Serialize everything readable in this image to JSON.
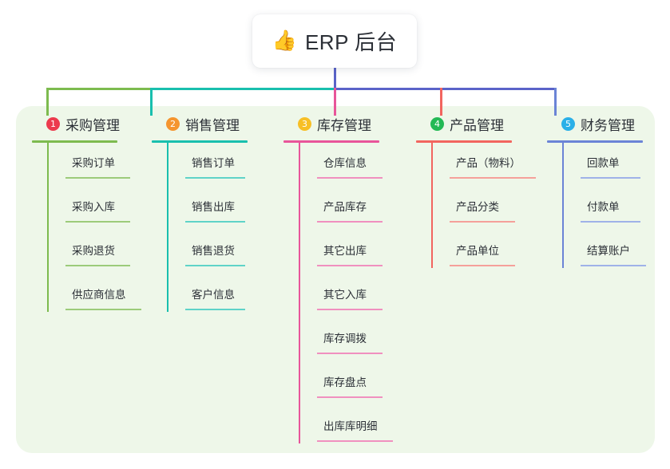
{
  "diagram": {
    "type": "mind-map",
    "background_color": "#ffffff",
    "panel_color": "#eef7e9",
    "root": {
      "icon": "thumbs-up-icon",
      "emoji": "👍",
      "title": "ERP 后台",
      "card_color": "#ffffff",
      "stem_color": "#5a63c8"
    },
    "connector": {
      "segments": [
        {
          "color": "#7dbb4f"
        },
        {
          "color": "#19bfae"
        },
        {
          "color": "#5a63c8"
        }
      ]
    },
    "branches": [
      {
        "number": "1",
        "title": "采购管理",
        "badge_color": "#ec3b4e",
        "line_color": "#7dbb4f",
        "items": [
          "采购订单",
          "采购入库",
          "采购退货",
          "供应商信息"
        ]
      },
      {
        "number": "2",
        "title": "销售管理",
        "badge_color": "#f5952f",
        "line_color": "#19bfae",
        "items": [
          "销售订单",
          "销售出库",
          "销售退货",
          "客户信息"
        ]
      },
      {
        "number": "3",
        "title": "库存管理",
        "badge_color": "#f7bf26",
        "line_color": "#e8559a",
        "items": [
          "仓库信息",
          "产品库存",
          "其它出库",
          "其它入库",
          "库存调拨",
          "库存盘点",
          "出库库明细"
        ]
      },
      {
        "number": "4",
        "title": "产品管理",
        "badge_color": "#23b955",
        "line_color": "#f2655f",
        "items": [
          "产品（物料）",
          "产品分类",
          "产品单位"
        ]
      },
      {
        "number": "5",
        "title": "财务管理",
        "badge_color": "#2bb0e8",
        "line_color": "#6b84d6",
        "items": [
          "回款单",
          "付款单",
          "结算账户"
        ]
      }
    ]
  }
}
